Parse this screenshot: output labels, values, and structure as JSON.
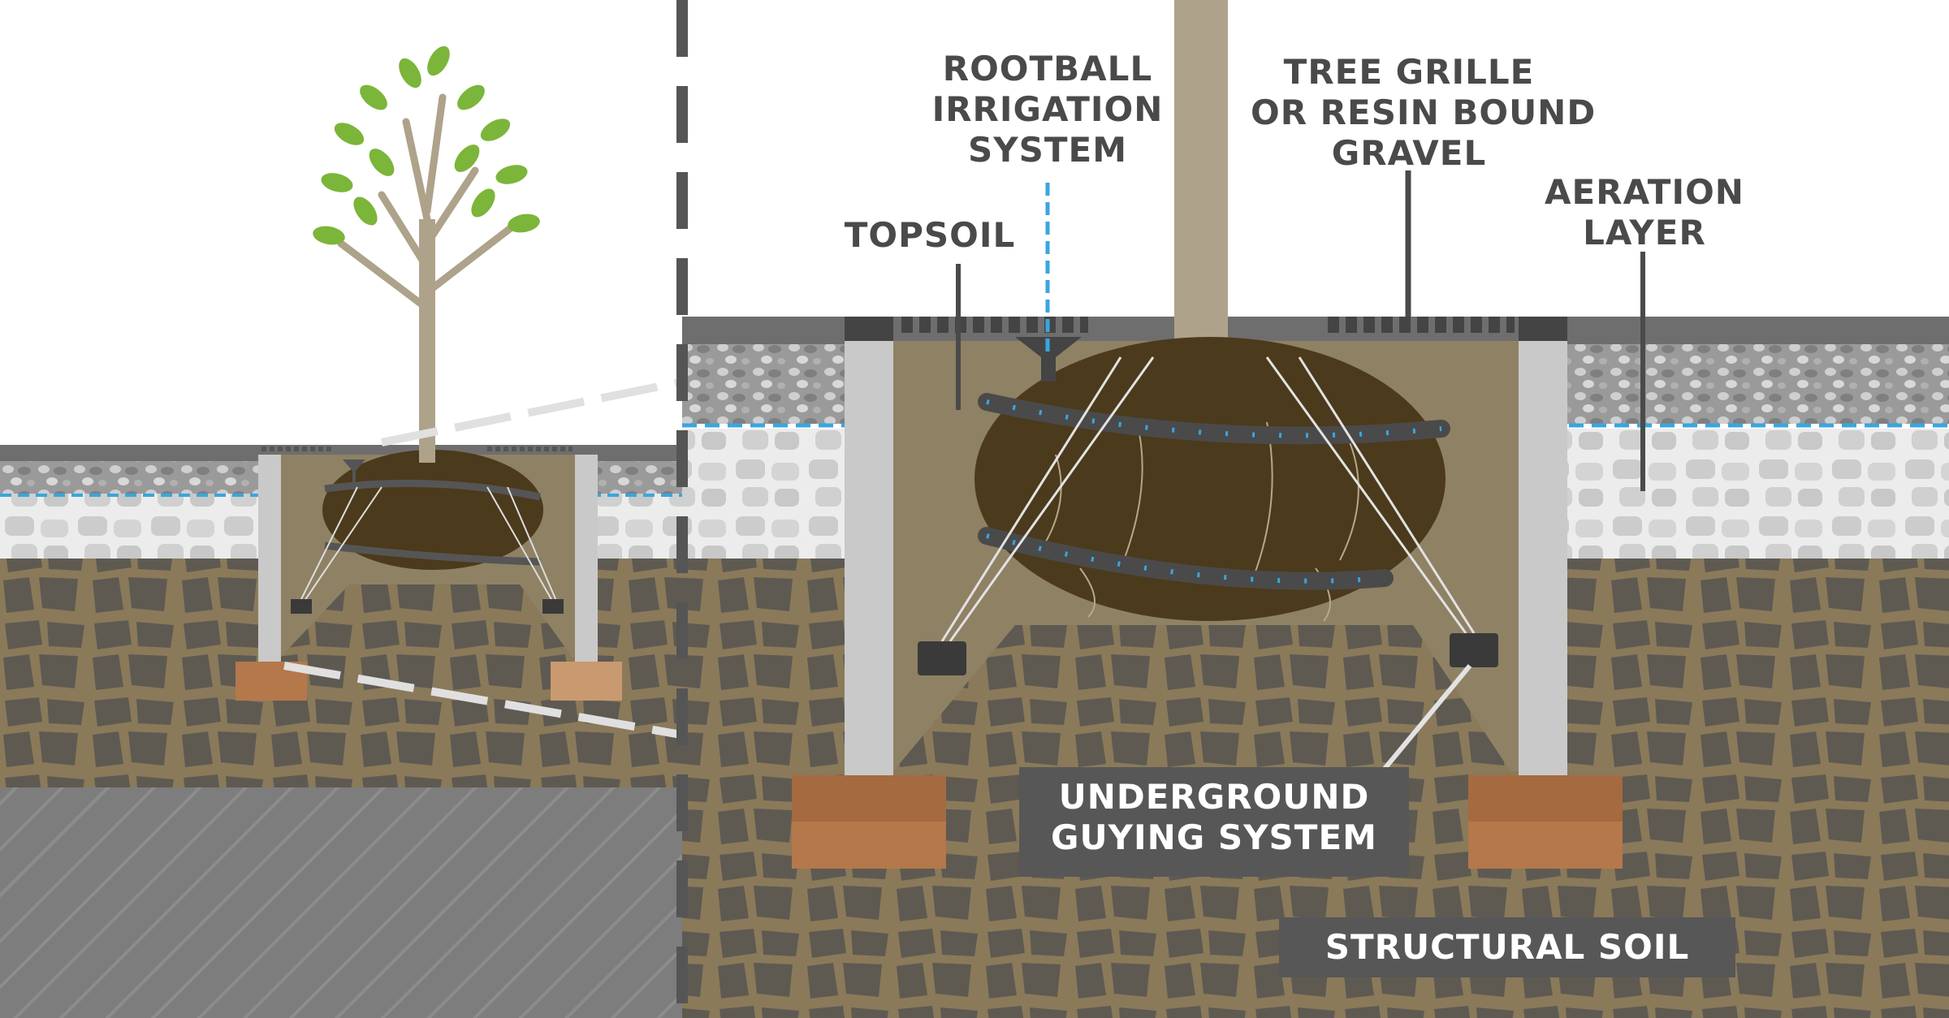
{
  "labels": {
    "rootball_irrigation": [
      "ROOTBALL",
      "IRRIGATION",
      "SYSTEM"
    ],
    "tree_grille": [
      "TREE GRILLE",
      "OR RESIN BOUND",
      "GRAVEL"
    ],
    "aeration_layer": [
      "AERATION",
      "LAYER"
    ],
    "topsoil": "TOPSOIL",
    "underground_guying": [
      "UNDERGROUND",
      "GUYING SYSTEM"
    ],
    "structural_soil": "STRUCTURAL SOIL"
  },
  "colors": {
    "asphalt": "#6e6e6e",
    "gravel": "#bdbdbd",
    "aeration": "#e3e3e3",
    "membrane": "#3aa6dd",
    "structural_soil": "#8a7a5a",
    "stone": "#5e5a52",
    "topsoil": "#8f8164",
    "rootball": "#4b3a1c",
    "trunk": "#aea28a",
    "leaf": "#7bb53a",
    "concrete": "#c9c9c9",
    "footing": "#b5784b",
    "subsoil": "#7d7d7d",
    "label_text": "#4a4a4a",
    "label_box": "#575757"
  },
  "icons": [
    "tree-icon",
    "leaf-icon",
    "irrigation-funnel-icon",
    "anchor-block-icon"
  ]
}
